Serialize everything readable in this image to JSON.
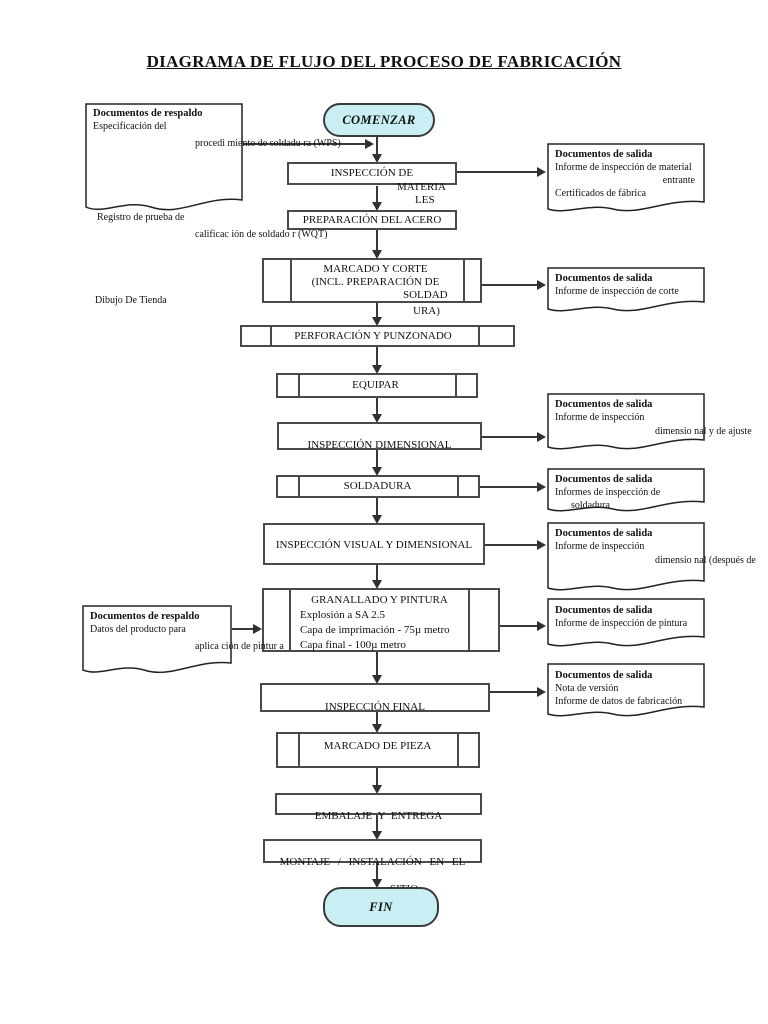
{
  "title": "DIAGRAMA DE FLUJO DEL PROCESO DE FABRICACIÓN",
  "colors": {
    "terminal_fill": "#c9eff4",
    "line_color": "#383838",
    "border_color": "#4a4a4a"
  },
  "flow": {
    "start_label": "COMENZAR",
    "end_label": "FIN",
    "inspeccion_materiales": {
      "line1": "INSPECCIÓN DE",
      "line2": "MATERIA",
      "line3": "LES"
    },
    "preparacion_acero": "PREPARACIÓN DEL ACERO",
    "marcado_corte": {
      "line1": "MARCADO Y CORTE",
      "line2": "(INCL. PREPARACIÓN DE",
      "line3": "SOLDAD",
      "line4": "URA)"
    },
    "perforacion_punzonado": "PERFORACIÓN Y PUNZONADO",
    "equipar": "EQUIPAR",
    "inspeccion_dimensional": "INSPECCIÓN DIMENSIONAL",
    "soldadura": "SOLDADURA",
    "inspeccion_visual_dimensional": "INSPECCIÓN VISUAL Y DIMENSIONAL",
    "granallado_pintura": {
      "line1": "GRANALLADO Y PINTURA",
      "line2": "Explosión a SA 2.5",
      "line3": "Capa de imprimación - 75µ metro",
      "line4": "Capa final - 100µ metro"
    },
    "inspeccion_final": "INSPECCIÓN FINAL",
    "marcado_pieza": "MARCADO DE PIEZA",
    "embalaje_entrega": "EMBALAJE Y ENTREGA",
    "montaje_instalacion": {
      "line1": "MONTAJE / INSTALACIÓN EN EL",
      "line2": "SITIO"
    }
  },
  "input_docs": {
    "soldadura_wps": {
      "title": "Documentos de respaldo",
      "line1": "Especificación del",
      "col1": "procedi\nmiento\nde\nsoldadu\nra\n(WPS)",
      "line2": "Registro de prueba de",
      "col2": "calificac\nión de\nsoldado\nr\n(WQT)",
      "line3": "Dibujo De Tienda"
    },
    "pintura_datos": {
      "title": "Documentos de respaldo",
      "line1": "Datos del producto para",
      "col1": "aplica\nción\nde\npintur\na"
    }
  },
  "output_docs": {
    "materiales": {
      "title": "Documentos de salida",
      "line1": "Informe de inspección de material",
      "line2": "entrante",
      "line3": "Certificados de fábrica"
    },
    "corte": {
      "title": "Documentos de salida",
      "line1": "Informe de inspección de corte"
    },
    "dimensional": {
      "title": "Documentos de salida",
      "line1": "Informe de inspección",
      "col1": "dimensio\nnal y de\najuste"
    },
    "soldadura": {
      "title": "Documentos de salida",
      "line1": "Informes de inspección de",
      "line2": "soldadura"
    },
    "visual_dimensional": {
      "title": "Documentos de salida",
      "line1": "Informe de inspección",
      "col1": "dimensio\nnal\n(después\nde"
    },
    "pintura": {
      "title": "Documentos de salida",
      "line1": "Informe de inspección de pintura"
    },
    "final": {
      "title": "Documentos de salida",
      "line1": "Nota de versión",
      "line2": "Informe de datos de fabricación"
    }
  }
}
